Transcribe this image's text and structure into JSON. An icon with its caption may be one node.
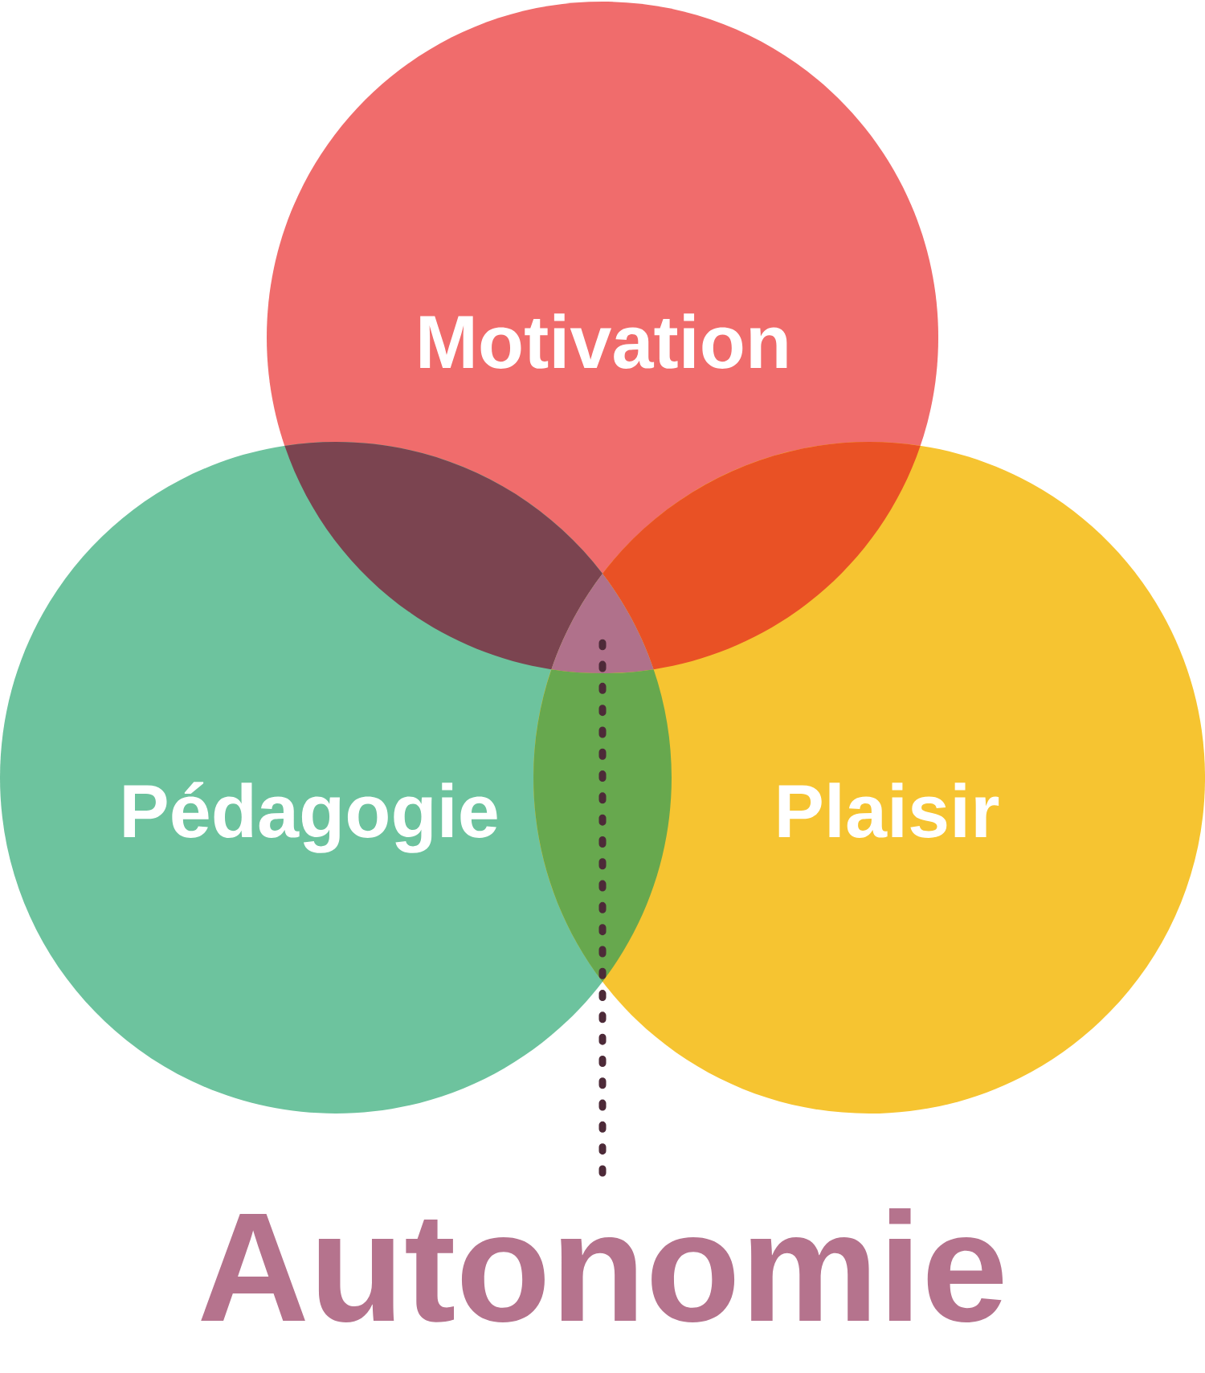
{
  "diagram": {
    "nodes": [
      {
        "text": [
          "Motivation"
        ]
      },
      {
        "text": [
          "Pédagogie"
        ]
      },
      {
        "text": [
          "Plaisir"
        ]
      },
      {
        "text": [],
        "shape": "lens"
      },
      {
        "text": [],
        "shape": "lens"
      },
      {
        "text": [],
        "shape": "triangle"
      },
      {
        "text": [],
        "shape": "lens"
      },
      {
        "text": [
          "Autonomie"
        ]
      }
    ],
    "edges": [
      {
        "from": 7,
        "to": 5,
        "arrow": "none"
      }
    ]
  }
}
